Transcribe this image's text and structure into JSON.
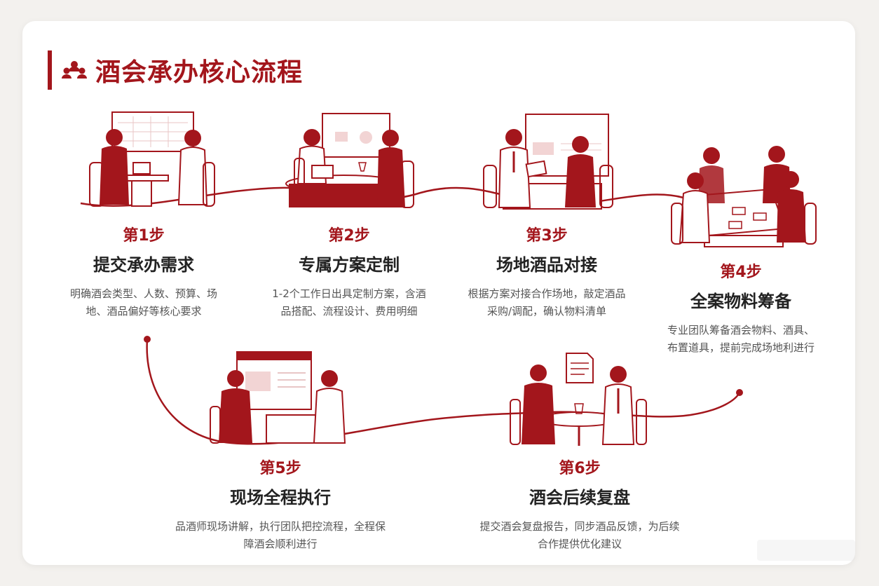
{
  "header": {
    "title": "酒会承办核心流程",
    "icon": "people-group-icon"
  },
  "colors": {
    "accent": "#a3161c",
    "text": "#222222",
    "muted": "#555555"
  },
  "steps": [
    {
      "label": "第1步",
      "title": "提交承办需求",
      "desc": "明确酒会类型、人数、预算、场地、酒品偏好等核心要求"
    },
    {
      "label": "第2步",
      "title": "专属方案定制",
      "desc": "1-2个工作日出具定制方案，含酒品搭配、流程设计、费用明细"
    },
    {
      "label": "第3步",
      "title": "场地酒品对接",
      "desc": "根据方案对接合作场地，敲定酒品采购/调配，确认物料清单"
    },
    {
      "label": "第4步",
      "title": "全案物料筹备",
      "desc": "专业团队筹备酒会物料、酒具、布置道具，提前完成场地利进行"
    },
    {
      "label": "第5步",
      "title": "现场全程执行",
      "desc": "品酒师现场讲解，执行团队把控流程，全程保障酒会顺利进行"
    },
    {
      "label": "第6步",
      "title": "酒会后续复盘",
      "desc": "提交酒会复盘报告，同步酒品反馈，为后续合作提供优化建议"
    }
  ]
}
